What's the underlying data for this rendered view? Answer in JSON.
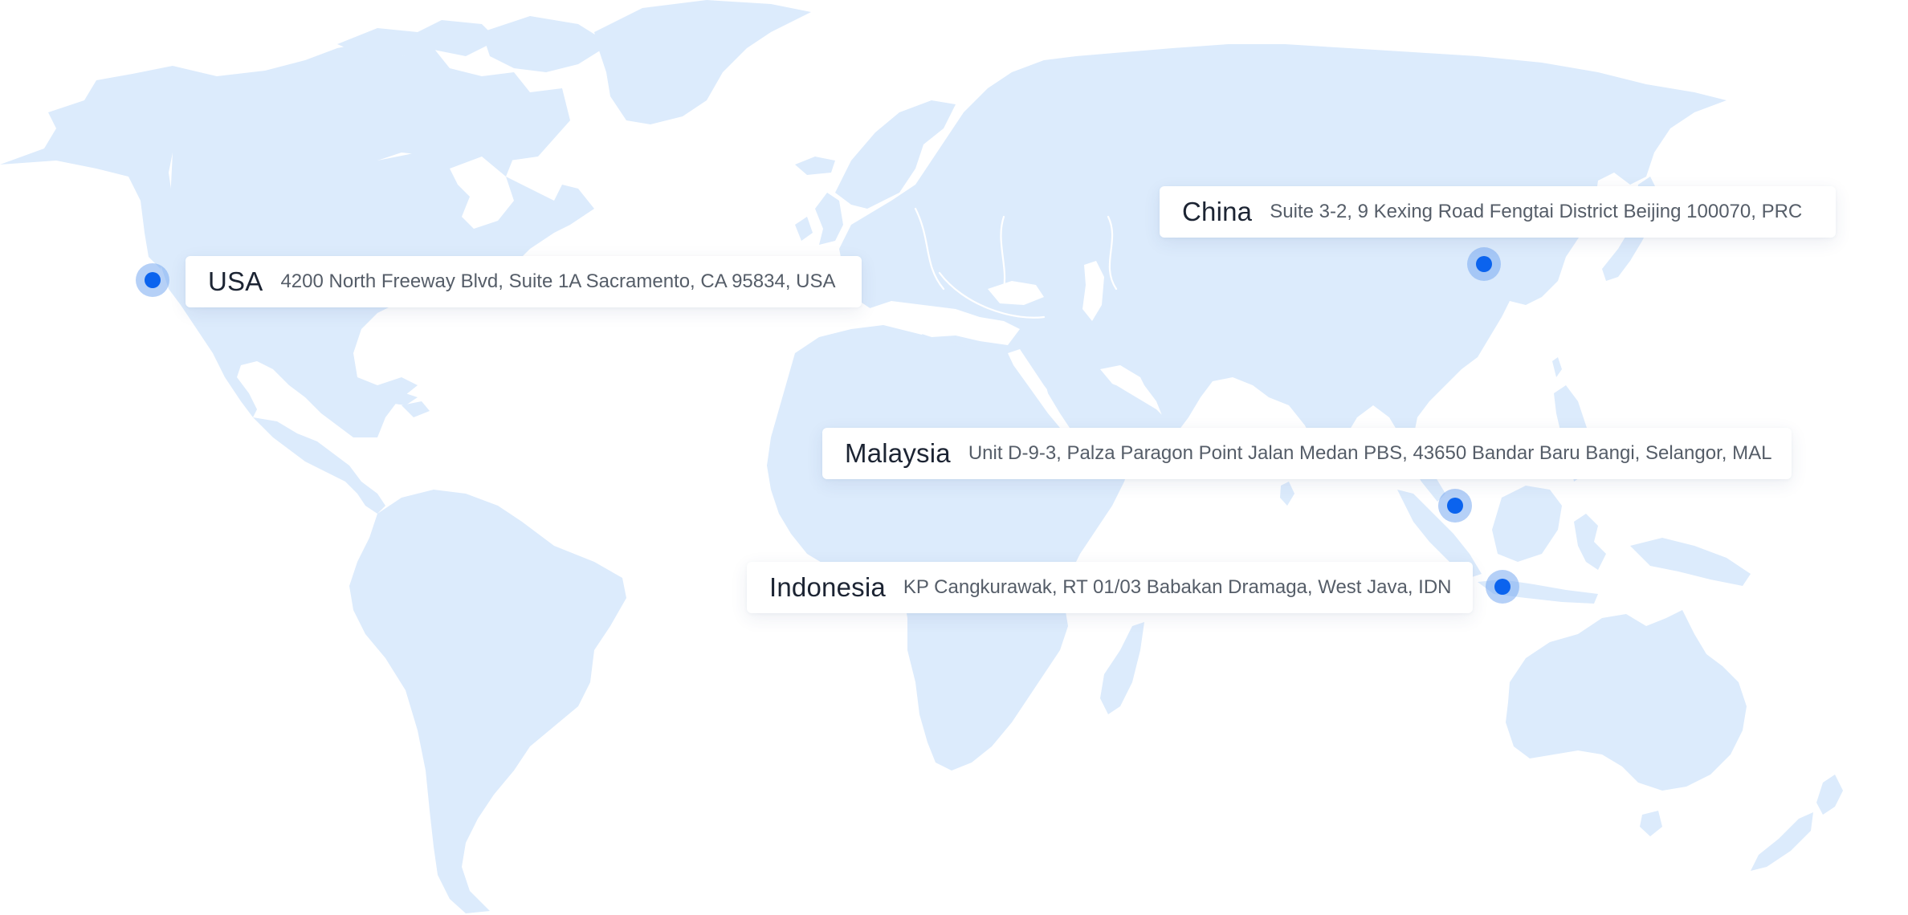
{
  "map": {
    "land_color": "#dcebfc",
    "marker_color": "#0b63ee",
    "marker_halo_color": "#78aaf0",
    "card_background": "#ffffff"
  },
  "offices": [
    {
      "id": "usa",
      "country": "USA",
      "address": "4200 North Freeway Blvd, Suite 1A Sacramento, CA 95834, USA"
    },
    {
      "id": "china",
      "country": "China",
      "address": "Suite 3-2, 9 Kexing Road Fengtai District Beijing 100070, PRC"
    },
    {
      "id": "malaysia",
      "country": "Malaysia",
      "address": "Unit D-9-3, Palza Paragon Point Jalan Medan PBS, 43650 Bandar Baru Bangi, Selangor, MAL"
    },
    {
      "id": "indonesia",
      "country": "Indonesia",
      "address": "KP Cangkurawak, RT 01/03 Babakan Dramaga, West Java, IDN"
    }
  ]
}
